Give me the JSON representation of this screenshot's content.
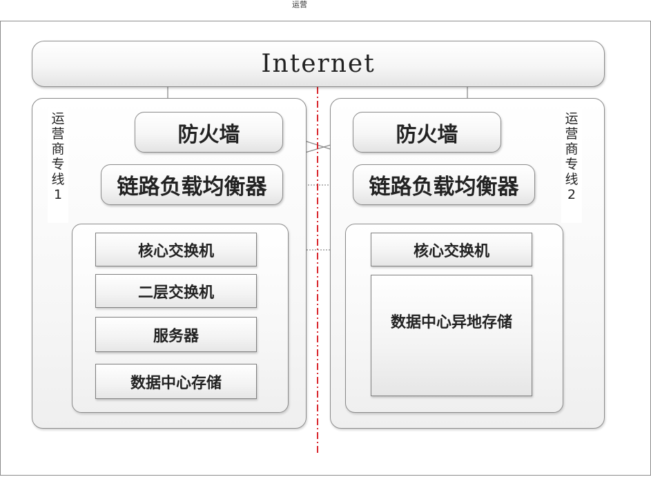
{
  "top_label": "运营",
  "internet": "Internet",
  "left": {
    "carrier_label": [
      "运",
      "营",
      "商",
      "专",
      "线",
      "1"
    ],
    "firewall": "防火墙",
    "load_balancer": "链路负载均衡器",
    "core_switch": "核心交换机",
    "l2_switch": "二层交换机",
    "server": "服务器",
    "storage": "数据中心存储"
  },
  "right": {
    "carrier_label": [
      "运",
      "营",
      "商",
      "专",
      "线",
      "2"
    ],
    "firewall": "防火墙",
    "load_balancer": "链路负载均衡器",
    "core_switch": "核心交换机",
    "storage": "数据中心异地存储"
  },
  "colors": {
    "border": "#8a8a8a",
    "divider": "#d9262c",
    "connector": "#8a8a8a"
  }
}
